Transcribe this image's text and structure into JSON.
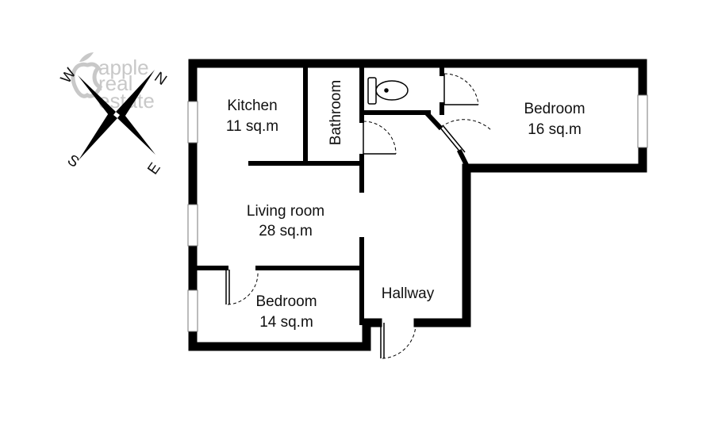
{
  "brand": {
    "lines": [
      "apple",
      "real",
      "estate"
    ],
    "color": "#c8c8c8"
  },
  "compass": {
    "north": "N",
    "south": "S",
    "east": "E",
    "west": "W"
  },
  "rooms": {
    "kitchen": {
      "name": "Kitchen",
      "area": "11 sq.m"
    },
    "bathroom": {
      "name": "Bathroom"
    },
    "bedroom_large": {
      "name": "Bedroom",
      "area": "16 sq.m"
    },
    "living_room": {
      "name": "Living room",
      "area": "28 sq.m"
    },
    "bedroom_small": {
      "name": "Bedroom",
      "area": "14 sq.m"
    },
    "hallway": {
      "name": "Hallway"
    }
  },
  "colors": {
    "wall": "#000000",
    "background": "#ffffff",
    "window": "#7a7a7a"
  }
}
